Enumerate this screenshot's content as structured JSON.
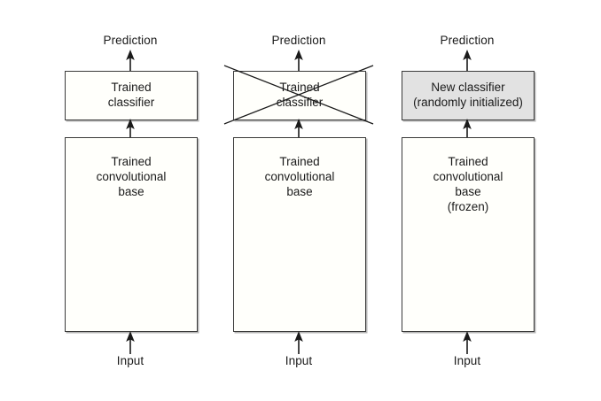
{
  "diagram": {
    "title": "Transfer learning: swapping the classifier on a pretrained convolutional base",
    "background_color": "#ffffff",
    "stroke_color": "#3a3a3a",
    "text_color": "#1a1a1a",
    "highlight_fill": "#e2e2e2",
    "plain_fill": "#fffffb",
    "columns": [
      {
        "id": "pretrained-network",
        "top_label": "Prediction",
        "bottom_label": "Input",
        "classifier": {
          "text": "Trained\nclassifier",
          "fill": "#fffffb",
          "crossed_out": false
        },
        "base": {
          "text": "Trained\nconvolutional\nbase",
          "fill": "#fffffb"
        }
      },
      {
        "id": "discard-classifier",
        "top_label": "Prediction",
        "bottom_label": "Input",
        "classifier": {
          "text": "Trained\nclassifier",
          "fill": "#fffffb",
          "crossed_out": true
        },
        "base": {
          "text": "Trained\nconvolutional\nbase",
          "fill": "#fffffb"
        }
      },
      {
        "id": "new-classifier",
        "top_label": "Prediction",
        "bottom_label": "Input",
        "classifier": {
          "text": "New classifier\n(randomly initialized)",
          "fill": "#e2e2e2",
          "crossed_out": false
        },
        "base": {
          "text": "Trained\nconvolutional\nbase\n(frozen)",
          "fill": "#fffffb"
        }
      }
    ]
  }
}
